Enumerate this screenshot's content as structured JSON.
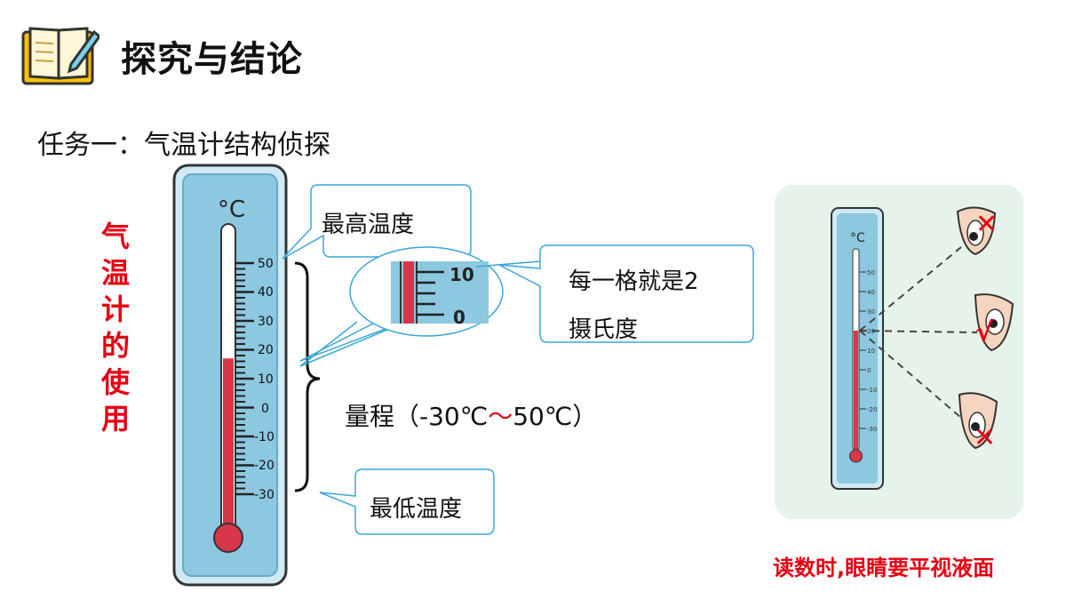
{
  "header": {
    "title": "探究与结论",
    "icon": "book-pencil-icon"
  },
  "task": {
    "title": "任务一：气温计结构侦探"
  },
  "side_label": {
    "chars": [
      "气",
      "温",
      "计",
      "的",
      "使",
      "用"
    ]
  },
  "thermometer": {
    "unit": "°C",
    "scale_labels": [
      "50",
      "40",
      "30",
      "20",
      "10",
      "0",
      "-10",
      "-20",
      "-30"
    ],
    "reading": 17
  },
  "callouts": {
    "max_temp": "最高温度",
    "min_temp": "最低温度",
    "per_division_line1": "每一格就是2",
    "per_division_line2": "摄氏度",
    "zoom_top": "10",
    "zoom_bottom": "0"
  },
  "range": {
    "prefix": "量程（-30℃",
    "tilde": "～",
    "suffix": "50℃）"
  },
  "reading_figure": {
    "unit": "°C",
    "scale_labels": [
      "50",
      "40",
      "30",
      "20",
      "10",
      "0",
      "-10",
      "-20",
      "-30"
    ],
    "marks": [
      "✕",
      "√",
      "✕"
    ]
  },
  "caption": "读数时,眼睛要平视液面",
  "colors": {
    "accent_red": "#e60012",
    "thermo_frame": "#8cc8e0",
    "callout_border": "#3aa6d8"
  }
}
